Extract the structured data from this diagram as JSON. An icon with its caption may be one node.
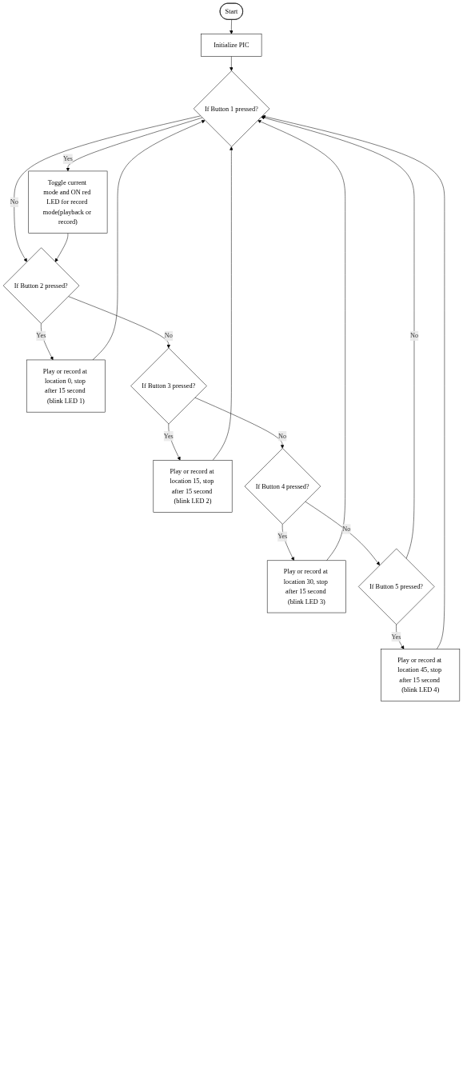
{
  "diagram": {
    "nodes": [
      {
        "text": [
          "Start"
        ]
      },
      {
        "text": [
          "Initialize PIC"
        ]
      },
      {
        "text": [
          "If Button 1 pressed?"
        ]
      },
      {
        "text": [
          "Toggle current mode and ON red LED for record mode(playback or record)"
        ]
      },
      {
        "text": [
          "If Button 2 pressed?"
        ]
      },
      {
        "text": [
          "Play or record at location 0, stop after 15 second (blink LED 1)"
        ]
      },
      {
        "text": [
          "If Button 3 pressed?"
        ]
      },
      {
        "text": [
          "Play or record at location 15, stop after 15 second (blink LED 2)"
        ]
      },
      {
        "text": [
          "If Button 4 pressed?"
        ]
      },
      {
        "text": [
          "Play or record at location 30, stop after 15 second (blink LED 3)"
        ]
      },
      {
        "text": [
          "If Button 5 pressed?"
        ]
      },
      {
        "text": [
          "Play or record at location 45, stop after 15 second (blink LED 4)"
        ]
      }
    ],
    "edges": [
      {
        "from": 0,
        "to": 1,
        "arrow": "to"
      },
      {
        "from": 1,
        "to": 2,
        "arrow": "to"
      },
      {
        "from": 2,
        "to": 3,
        "label": "Yes",
        "arrow": "to"
      },
      {
        "from": 2,
        "to": 4,
        "label": "No",
        "arrow": "to"
      },
      {
        "from": 3,
        "to": 4,
        "arrow": "to"
      },
      {
        "from": 4,
        "to": 5,
        "label": "Yes",
        "arrow": "to"
      },
      {
        "from": 4,
        "to": 6,
        "label": "No",
        "arrow": "to"
      },
      {
        "from": 6,
        "to": 7,
        "label": "Yes",
        "arrow": "to"
      },
      {
        "from": 6,
        "to": 8,
        "label": "No",
        "arrow": "to"
      },
      {
        "from": 8,
        "to": 9,
        "label": "Yes",
        "arrow": "to"
      },
      {
        "from": 8,
        "to": 10,
        "label": "No",
        "arrow": "to"
      },
      {
        "from": 10,
        "to": 11,
        "label": "Yes",
        "arrow": "to"
      },
      {
        "from": 10,
        "to": 2,
        "label": "No",
        "arrow": "to"
      },
      {
        "from": 5,
        "to": 2,
        "arrow": "to"
      },
      {
        "from": 7,
        "to": 2,
        "arrow": "to"
      },
      {
        "from": 9,
        "to": 2,
        "arrow": "to"
      },
      {
        "from": 11,
        "to": 2,
        "arrow": "to"
      }
    ]
  }
}
